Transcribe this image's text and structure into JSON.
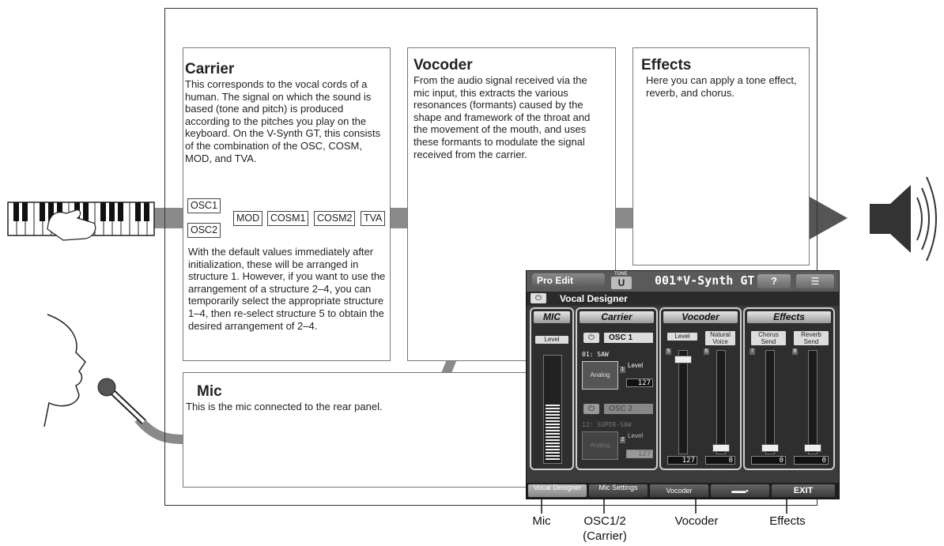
{
  "carrier": {
    "title": "Carrier",
    "text": "This corresponds to the vocal cords of a human. The signal on which the sound is based (tone and pitch) is produced according to the pitches you play on the keyboard. On the V-Synth GT, this consists of the combination of the OSC, COSM, MOD, and TVA.",
    "chips": [
      "OSC1",
      "OSC2",
      "MOD",
      "COSM1",
      "COSM2",
      "TVA"
    ],
    "text2": "With the default values immediately after initialization, these will be arranged in structure 1. However, if you want to use the arrangement of a structure 2–4, you can temporarily select the appropriate structure 1–4, then re-select structure 5 to obtain the desired arrangement of 2–4."
  },
  "vocoder": {
    "title": "Vocoder",
    "text": "From the audio signal received via the mic input, this extracts the various resonances (formants) caused by the shape and framework of the throat and the movement of the mouth, and uses these formants to modulate the signal received from the carrier."
  },
  "effects": {
    "title": "Effects",
    "text": "Here you can apply a tone effect, reverb, and chorus."
  },
  "mic": {
    "title": "Mic",
    "text": "This is the mic connected to the rear panel."
  },
  "panel": {
    "pro_edit": "Pro Edit",
    "tone_label": "TONE",
    "tone_bank": "U",
    "tone_name": "001*V-Synth GT",
    "help": "?",
    "vocal_designer": "Vocal Designer",
    "mic_header": "MIC",
    "carrier_header": "Carrier",
    "vocoder_header": "Vocoder",
    "effects_header": "Effects",
    "level": "Level",
    "osc1": "OSC 1",
    "osc1_wave": "01: SAW",
    "osc1_level": "127",
    "osc2": "OSC 2",
    "osc2_wave": "12: SUPER-SAW",
    "osc2_level": "127",
    "analog": "Analog",
    "natural_voice": "Natural Voice",
    "chorus_send": "Chorus Send",
    "reverb_send": "Reverb Send",
    "vocoder_level_val": "127",
    "natural_voice_val": "0",
    "chorus_send_val": "0",
    "reverb_send_val": "0",
    "num_1": "1",
    "num_2": "2",
    "num_5": "5",
    "num_6": "6",
    "num_7": "7",
    "num_8": "8",
    "bottom": [
      "Vocal Designer",
      "Mic Settings",
      "Vocoder",
      "",
      "EXIT"
    ]
  },
  "callouts": {
    "mic": "Mic",
    "osc": "OSC1/2",
    "osc_sub": "(Carrier)",
    "vocoder": "Vocoder",
    "effects": "Effects"
  }
}
